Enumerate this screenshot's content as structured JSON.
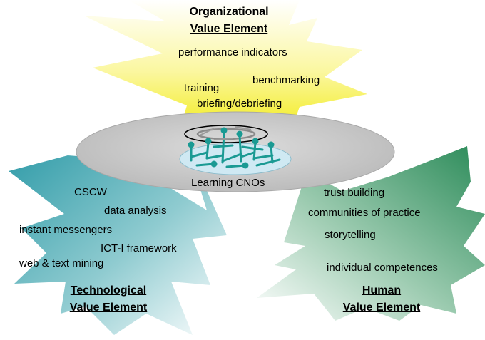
{
  "colors": {
    "organizational": "#f4ef2a",
    "technological": "#2c9aa6",
    "human": "#2f8a5a",
    "ellipse_fill": "#c9c9c9",
    "network": "#1f9e97"
  },
  "center": {
    "label": "Learning CNOs"
  },
  "organizational": {
    "title_line1": "Organizational",
    "title_line2": "Value Element",
    "items": [
      "performance indicators",
      "benchmarking",
      "training",
      "briefing/debriefing"
    ]
  },
  "technological": {
    "title_line1": "Technological",
    "title_line2": "Value Element",
    "items": [
      "CSCW",
      "data analysis",
      "instant messengers",
      "ICT-I framework",
      "web & text mining"
    ]
  },
  "human": {
    "title_line1": "Human",
    "title_line2": "Value Element",
    "items": [
      "trust building",
      "communities of practice",
      "storytelling",
      "individual competences"
    ]
  }
}
